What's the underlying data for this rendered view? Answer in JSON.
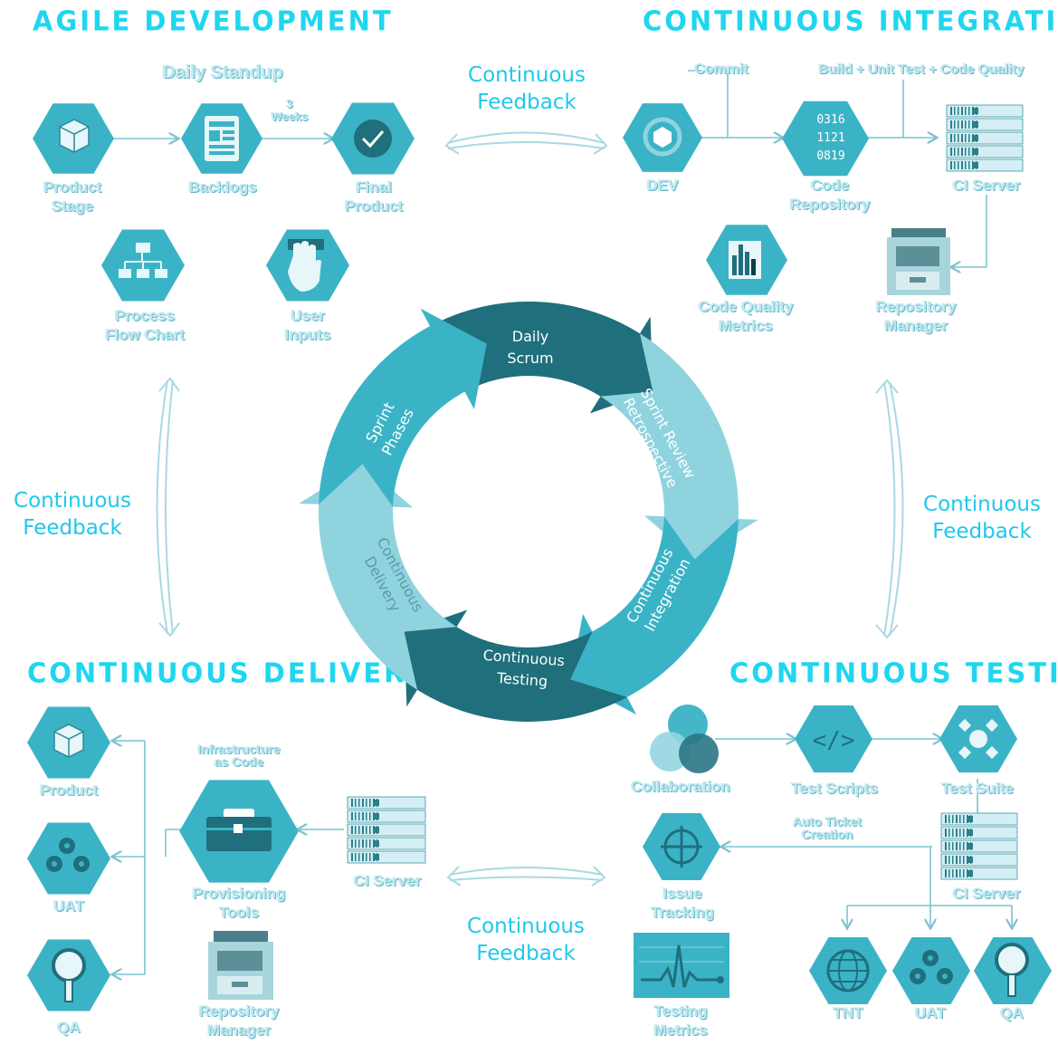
{
  "titles": {
    "agile": "AGILE DEVELOPMENT",
    "ci": "CONTINUOUS INTEGRATION",
    "cd": "CONTINUOUS DELIVERY",
    "ct": "CONTINUOUS TESTING"
  },
  "feedback": {
    "line1": "Continuous",
    "line2": "Feedback"
  },
  "cycle": {
    "daily_scrum": [
      "Daily",
      "Scrum"
    ],
    "sprint_review": [
      "Sprint Review",
      "Retrospective"
    ],
    "continuous_integration": [
      "Continuous",
      "Integration"
    ],
    "continuous_testing": [
      "Continuous",
      "Testing"
    ],
    "continuous_delivery": [
      "Continuous",
      "Delivery"
    ],
    "sprint_phases": [
      "Sprint",
      "Phases"
    ]
  },
  "agile": {
    "daily_standup": "Daily Standup",
    "weeks": [
      "3",
      "Weeks"
    ],
    "product_stage": [
      "Product",
      "Stage"
    ],
    "backlogs": "Backlogs",
    "final_product": [
      "Final",
      "Product"
    ],
    "process_flow_chart": [
      "Process",
      "Flow Chart"
    ],
    "user_inputs": [
      "User",
      "Inputs"
    ]
  },
  "ci": {
    "commit": "Commit",
    "build_label": "Build + Unit Test + Code Quality",
    "dev": "DEV",
    "code_repository": [
      "Code",
      "Repository"
    ],
    "repo_digits": [
      "0316",
      "1121",
      "0819"
    ],
    "ci_server": "CI Server",
    "code_quality_metrics": [
      "Code Quality",
      "Metrics"
    ],
    "repository_manager": [
      "Repository",
      "Manager"
    ]
  },
  "cd": {
    "product": "Product",
    "uat": "UAT",
    "qa": "QA",
    "infrastructure_as_code": [
      "Infrastructure",
      "as Code"
    ],
    "provisioning_tools": [
      "Provisioning",
      "Tools"
    ],
    "ci_server": "CI Server",
    "repository_manager": [
      "Repository",
      "Manager"
    ]
  },
  "ct": {
    "collaboration": "Collaboration",
    "test_scripts": "Test Scripts",
    "test_suite": "Test Suite",
    "issue_tracking": [
      "Issue",
      "Tracking"
    ],
    "auto_ticket_creation": [
      "Auto Ticket",
      "Creation"
    ],
    "ci_server": "CI Server",
    "testing_metrics": [
      "Testing",
      "Metrics"
    ],
    "tnt": "TNT",
    "uat": "UAT",
    "qa": "QA"
  },
  "colors": {
    "title": "#1fd6f0",
    "feedback": "#1fc8ec",
    "hex_fill": "#3bb3c6",
    "cycle_dark": "#1f6f7d",
    "cycle_mid": "#3bb3c6",
    "cycle_light": "#8fd3df",
    "label": "#bfe6ee"
  }
}
